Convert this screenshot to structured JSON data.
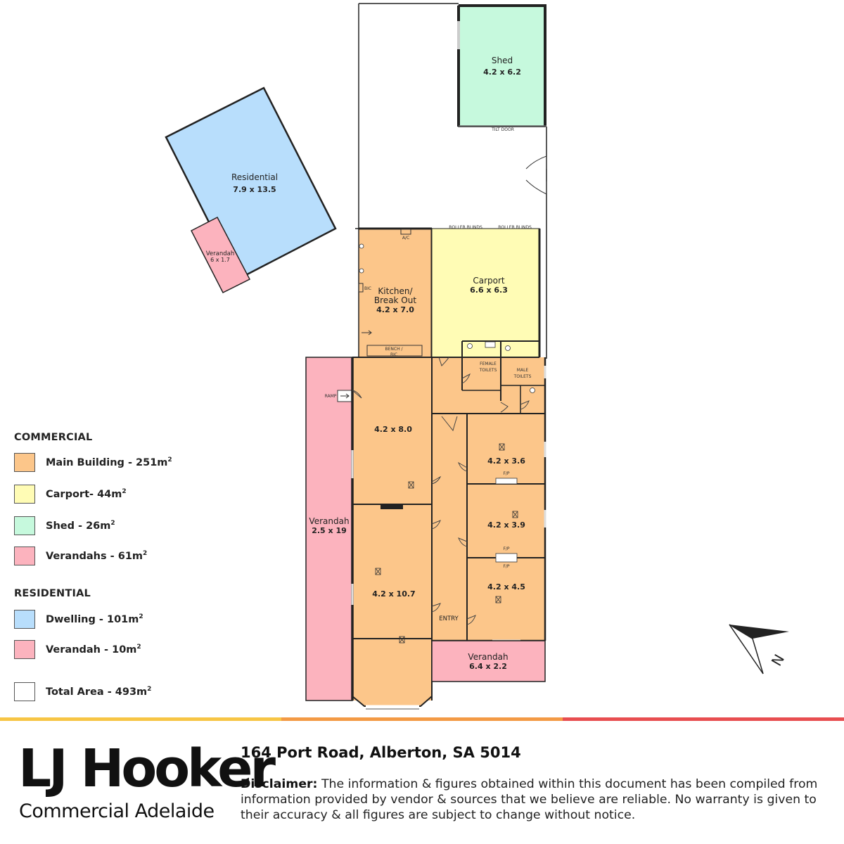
{
  "rooms": {
    "shed": {
      "name": "Shed",
      "dims": "4.2 x 6.2"
    },
    "residential": {
      "name": "Residential",
      "dims": "7.9 x 13.5"
    },
    "res_verandah": {
      "name": "Verandah",
      "dims": "6 x 1.7"
    },
    "kitchen": {
      "name_line1": "Kitchen/",
      "name_line2": "Break Out",
      "dims": "4.2 x 7.0"
    },
    "carport": {
      "name": "Carport",
      "dims": "6.6 x 6.3"
    },
    "room_8": {
      "dims": "4.2 x 8.0"
    },
    "room_10_7": {
      "dims": "4.2 x 10.7"
    },
    "room_3_6": {
      "dims": "4.2 x 3.6"
    },
    "room_3_9": {
      "dims": "4.2 x 3.9"
    },
    "room_4_5": {
      "dims": "4.2 x 4.5"
    },
    "verandah_side": {
      "name": "Verandah",
      "dims": "2.5 x 19"
    },
    "verandah_front": {
      "name": "Verandah",
      "dims": "6.4 x 2.2"
    },
    "female_toilets": {
      "line1": "FEMALE",
      "line2": "TOILETS"
    },
    "male_toilets": {
      "line1": "MALE",
      "line2": "TOILETS"
    },
    "entry": {
      "name": "ENTRY"
    }
  },
  "annotations": {
    "tilt_door": "TILT DOOR",
    "roller_blinds_1": "ROLLER BLINDS",
    "roller_blinds_2": "ROLLER BLINDS",
    "ac": "A/C",
    "bic": "BIC",
    "bench_line1": "BENCH /",
    "bench_line2": "BIC",
    "ramp": "RAMP",
    "fp_1": "F/P",
    "fp_2": "F/P",
    "fp_3": "F/P"
  },
  "legend": {
    "commercial_heading": "COMMERCIAL",
    "residential_heading": "RESIDENTIAL",
    "items": [
      {
        "label": "Main Building - 251m",
        "sup": "2",
        "color": "#FCC68A"
      },
      {
        "label": "Carport- 44m",
        "sup": "2",
        "color": "#FFFCB5"
      },
      {
        "label": "Shed - 26m",
        "sup": "2",
        "color": "#C6F9DD"
      },
      {
        "label": "Verandahs - 61m",
        "sup": "2",
        "color": "#FCB3BE"
      },
      {
        "label": "Dwelling - 101m",
        "sup": "2",
        "color": "#B8DEFC"
      },
      {
        "label": "Verandah - 10m",
        "sup": "2",
        "color": "#FCB3BE"
      },
      {
        "label": "Total Area - 493m",
        "sup": "2",
        "color": "#FFFFFF"
      }
    ]
  },
  "colors": {
    "main_building": "#FCC68A",
    "carport": "#FFFCB5",
    "shed": "#C6F9DD",
    "verandah": "#FCB3BE",
    "dwelling": "#B8DEFC",
    "bar_yellow": "#F7C545",
    "bar_orange": "#F39A45",
    "bar_red": "#E84E50"
  },
  "footer": {
    "logo_main": "LJ Hooker",
    "logo_sub": "Commercial Adelaide",
    "address": "164 Port Road, Alberton, SA 5014",
    "disclaimer_label": "Disclaimer:",
    "disclaimer_text": " The information & figures obtained within this document has been compiled from information provided by vendor & sources that we believe are reliable. No warranty is given to their accuracy & all figures are subject to change without notice."
  },
  "compass": {
    "label": "N"
  }
}
